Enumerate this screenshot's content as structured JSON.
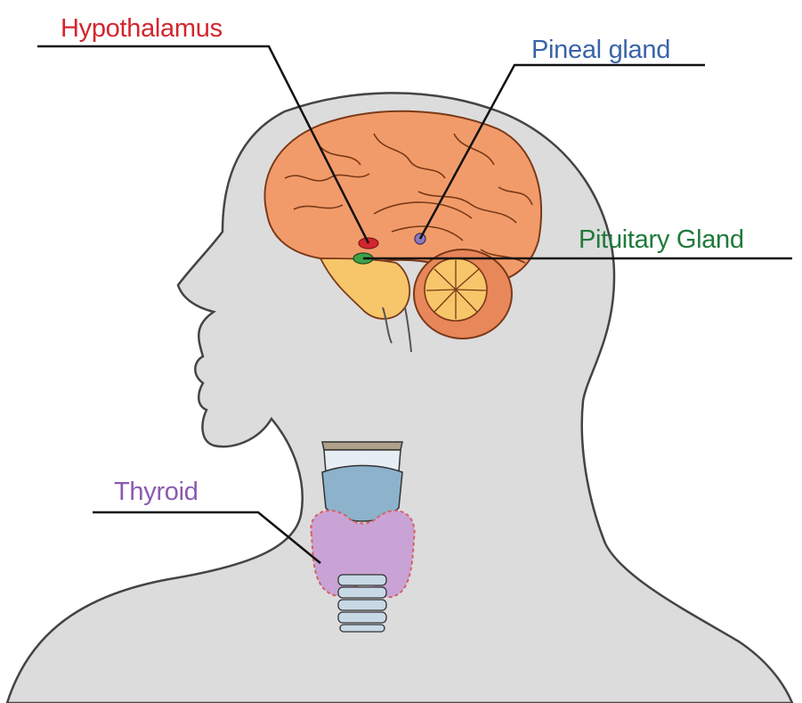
{
  "labels": {
    "hypothalamus": "Hypothalamus",
    "pineal": "Pineal gland",
    "pituitary": "Pituitary Gland",
    "thyroid": "Thyroid"
  },
  "colors": {
    "hypothalamus": "#d3252e",
    "pineal": "#3a63a8",
    "pituitary": "#1f7a3a",
    "thyroid": "#8a5ab0",
    "body": "#dcdcdd",
    "brain": "#f29b6a",
    "cerebellum": "#f7c66a",
    "trachea": "#8cb2cc",
    "thyroid_fill": "#c9a3d6"
  }
}
